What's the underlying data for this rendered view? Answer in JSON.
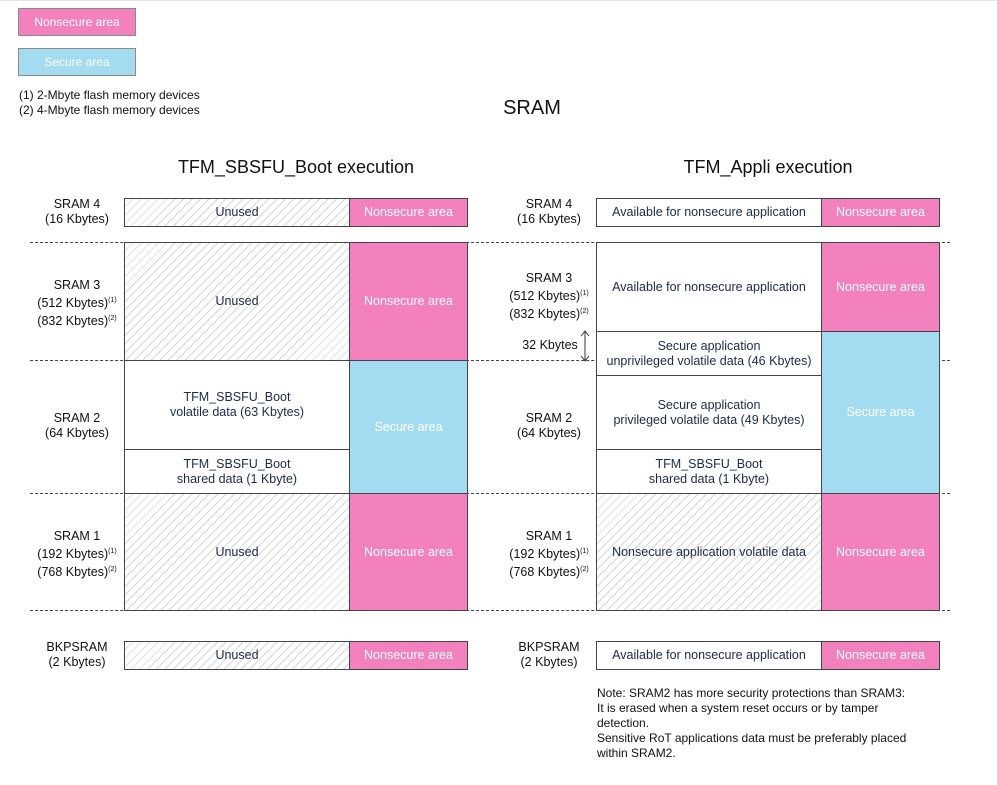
{
  "legend": {
    "nonsecure": "Nonsecure area",
    "secure": "Secure area",
    "colors": {
      "nonsecure": "#f281bd",
      "secure": "#a3dcf1"
    }
  },
  "footnotes": [
    "(1)  2-Mbyte flash memory devices",
    "(2)  4-Mbyte flash memory devices"
  ],
  "title": "SRAM",
  "left": {
    "title": "TFM_SBSFU_Boot execution",
    "sram4": {
      "name": "SRAM 4",
      "size": "(16 Kbytes)",
      "main": "Unused",
      "side": "Nonsecure area"
    },
    "sram3": {
      "name": "SRAM 3",
      "size1": "(512 Kbytes)",
      "sup1": "(1)",
      "size2": "(832 Kbytes)",
      "sup2": "(2)",
      "main": "Unused",
      "side": "Nonsecure area"
    },
    "sram2": {
      "name": "SRAM 2",
      "size": "(64 Kbytes)",
      "upper_line1": "TFM_SBSFU_Boot",
      "upper_line2": "volatile data (63 Kbytes)",
      "lower_line1": "TFM_SBSFU_Boot",
      "lower_line2": "shared data (1 Kbyte)",
      "side": "Secure area"
    },
    "sram1": {
      "name": "SRAM 1",
      "size1": "(192 Kbytes)",
      "sup1": "(1)",
      "size2": "(768 Kbytes)",
      "sup2": "(2)",
      "main": "Unused",
      "side": "Nonsecure area"
    },
    "bkpsram": {
      "name": "BKPSRAM",
      "size": "(2 Kbytes)",
      "main": "Unused",
      "side": "Nonsecure area"
    }
  },
  "right": {
    "title": "TFM_Appli execution",
    "sram4": {
      "name": "SRAM 4",
      "size": "(16 Kbytes)",
      "main": "Available for nonsecure application",
      "side": "Nonsecure area"
    },
    "sram3": {
      "name": "SRAM 3",
      "size1": "(512 Kbytes)",
      "sup1": "(1)",
      "size2": "(832 Kbytes)",
      "sup2": "(2)",
      "main": "Available for nonsecure application",
      "side": "Nonsecure area"
    },
    "k32": "32 Kbytes",
    "unpriv_line1": "Secure application",
    "unpriv_line2": "unprivileged volatile data (46 Kbytes)",
    "sram2": {
      "name": "SRAM 2",
      "size": "(64 Kbytes)",
      "priv_line1": "Secure application",
      "priv_line2": "privileged volatile data (49 Kbytes)",
      "shared_line1": "TFM_SBSFU_Boot",
      "shared_line2": "shared data (1 Kbyte)",
      "side": "Secure area"
    },
    "sram1": {
      "name": "SRAM 1",
      "size1": "(192 Kbytes)",
      "sup1": "(1)",
      "size2": "(768 Kbytes)",
      "sup2": "(2)",
      "main": "Nonsecure application volatile data",
      "side": "Nonsecure area"
    },
    "bkpsram": {
      "name": "BKPSRAM",
      "size": "(2 Kbytes)",
      "main": "Available for nonsecure application",
      "side": "Nonsecure area"
    }
  },
  "note": [
    "Note: SRAM2 has more security protections than SRAM3:",
    "It is erased when a system reset occurs or by tamper",
    "detection.",
    "Sensitive RoT applications data must be preferably placed",
    "within SRAM2."
  ]
}
